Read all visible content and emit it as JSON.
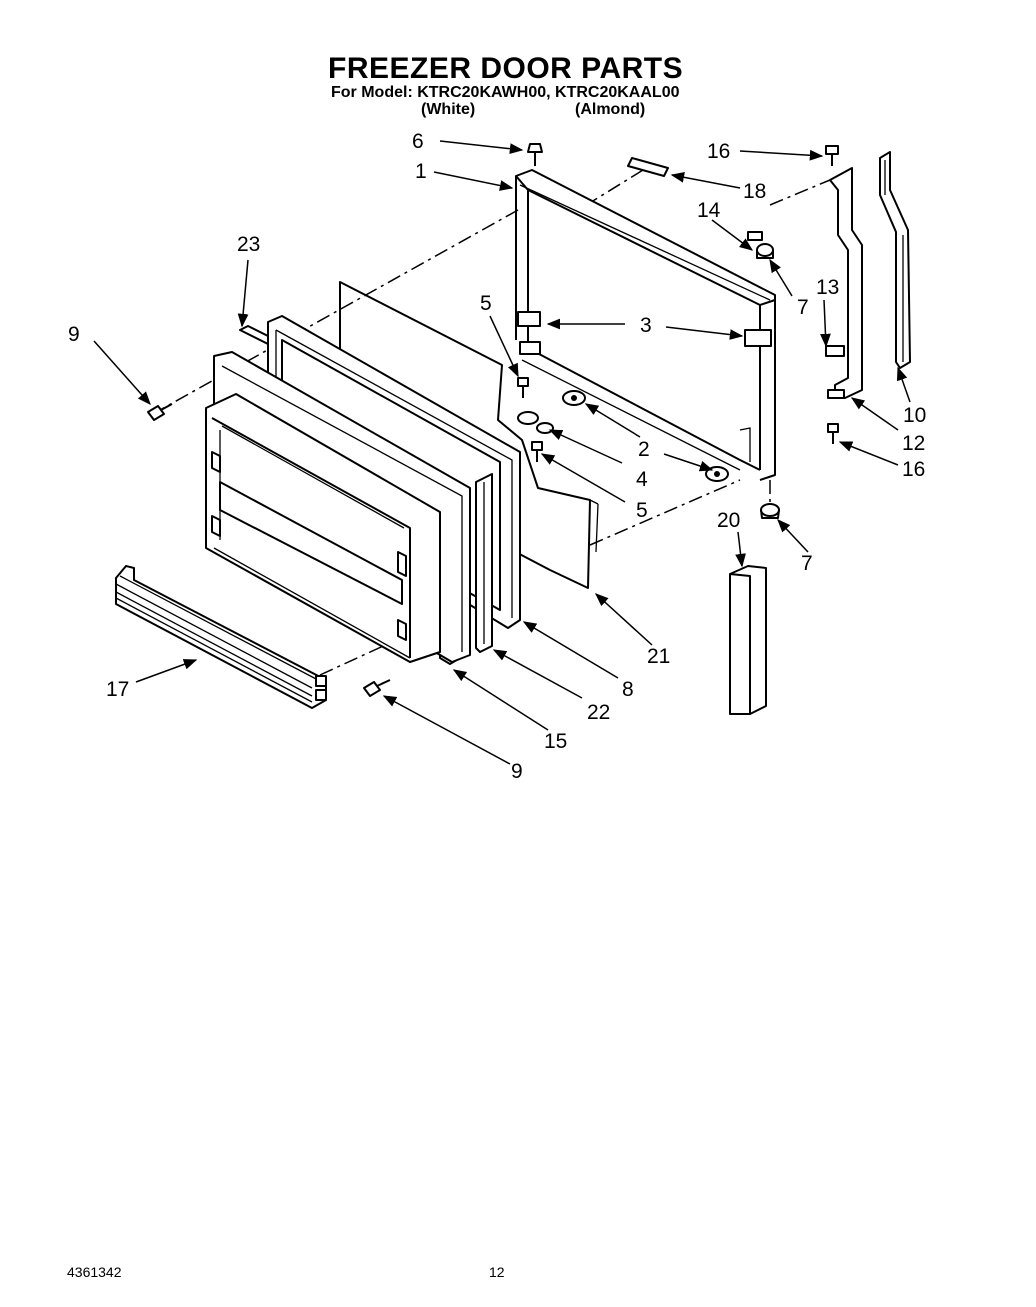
{
  "header": {
    "title": "FREEZER DOOR PARTS",
    "model_line": "For Model: KTRC20KAWH00,  KTRC20KAAL00",
    "variant_white": "(White)",
    "variant_almond": "(Almond)"
  },
  "callouts": {
    "c1": "1",
    "c2": "2",
    "c3": "3",
    "c4": "4",
    "c5a": "5",
    "c5b": "5",
    "c6": "6",
    "c7a": "7",
    "c7b": "7",
    "c8": "8",
    "c9a": "9",
    "c9b": "9",
    "c10": "10",
    "c12": "12",
    "c13": "13",
    "c14": "14",
    "c15": "15",
    "c16a": "16",
    "c16b": "16",
    "c17": "17",
    "c18": "18",
    "c20": "20",
    "c21": "21",
    "c22": "22",
    "c23": "23"
  },
  "footer": {
    "doc_number": "4361342",
    "page_number": "12"
  }
}
